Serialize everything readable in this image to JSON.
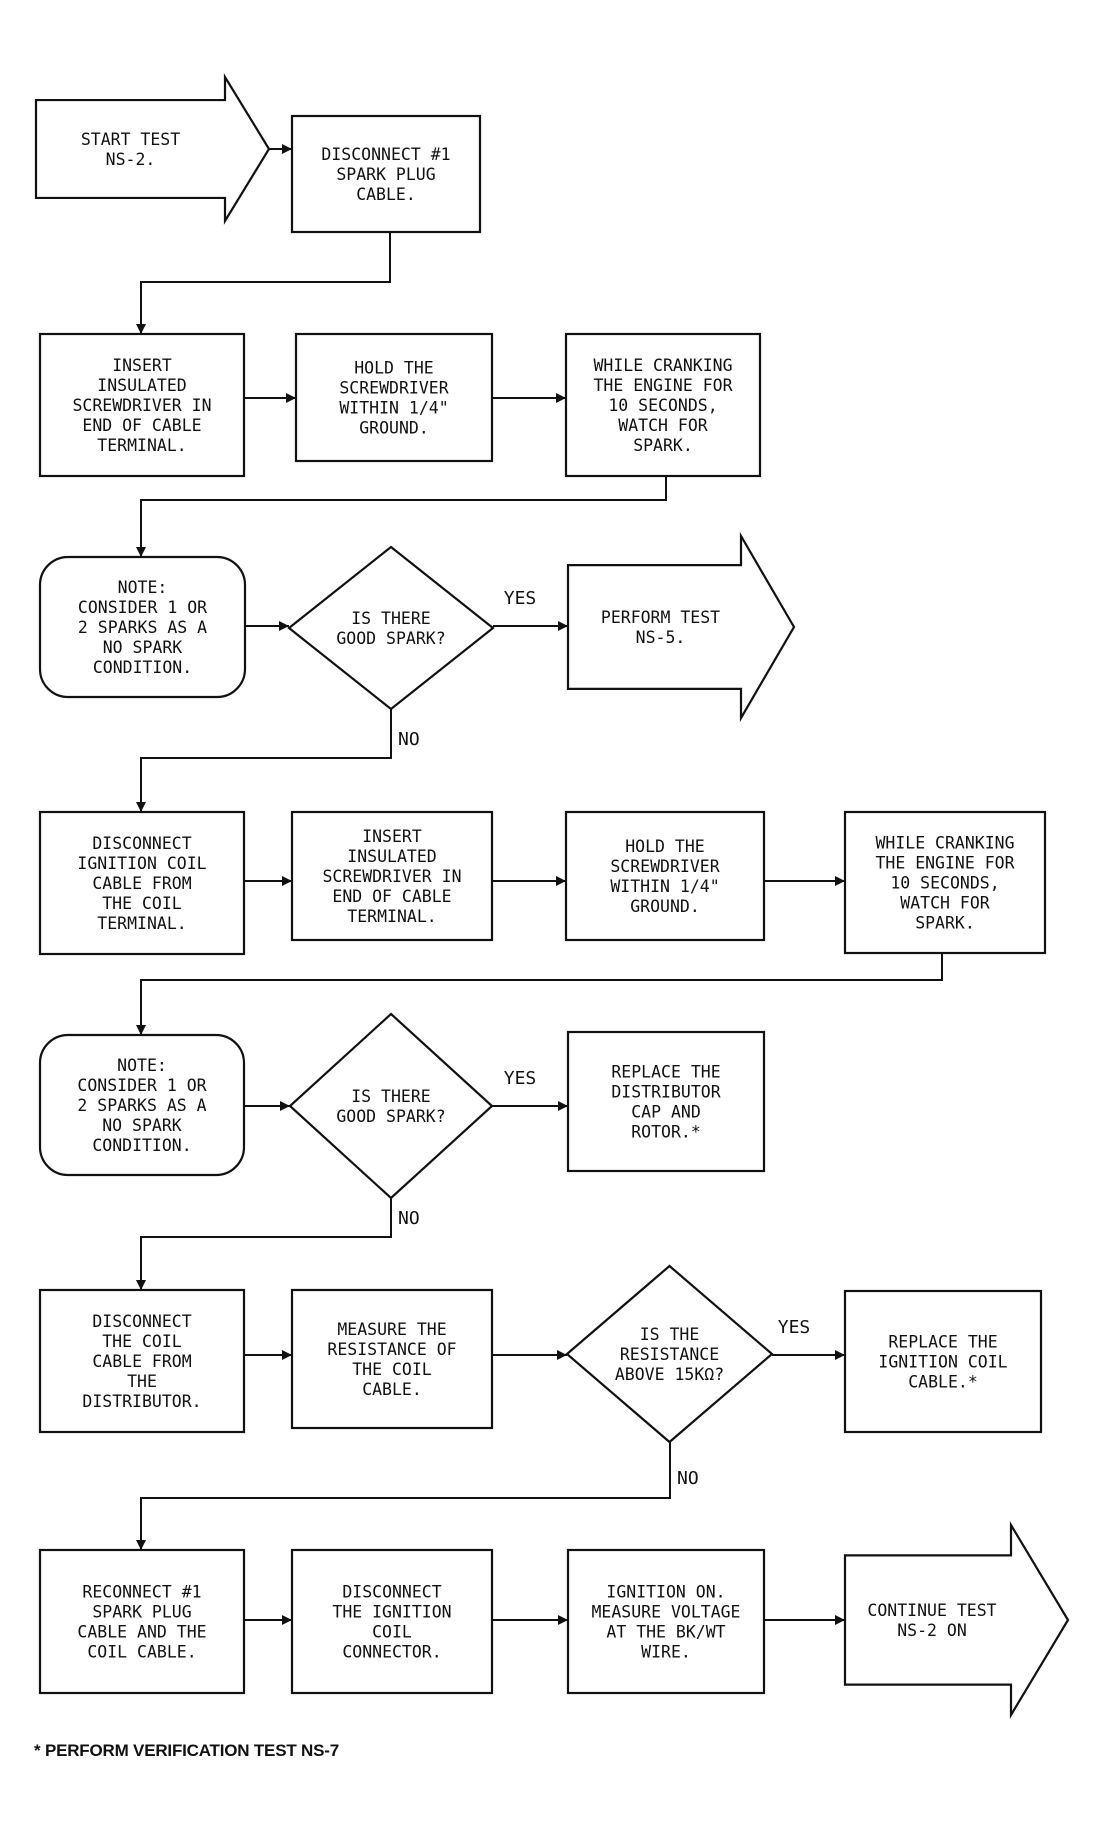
{
  "nodes": [
    {
      "id": "start",
      "shape": "arrow",
      "lines": [
        "START TEST",
        "NS-2."
      ]
    },
    {
      "id": "disc_plug",
      "shape": "rect",
      "lines": [
        "DISCONNECT #1",
        "SPARK PLUG",
        "CABLE."
      ]
    },
    {
      "id": "insert1",
      "shape": "rect",
      "lines": [
        "INSERT",
        "INSULATED",
        "SCREWDRIVER IN",
        "END OF CABLE",
        "TERMINAL."
      ]
    },
    {
      "id": "hold1",
      "shape": "rect",
      "lines": [
        "HOLD THE",
        "SCREWDRIVER",
        "WITHIN 1/4\"",
        "GROUND."
      ]
    },
    {
      "id": "crank1",
      "shape": "rect",
      "lines": [
        "WHILE CRANKING",
        "THE ENGINE FOR",
        "10 SECONDS,",
        "WATCH FOR",
        "SPARK."
      ]
    },
    {
      "id": "note1",
      "shape": "rounded",
      "lines": [
        "NOTE:",
        "CONSIDER 1 OR",
        "2 SPARKS AS A",
        "NO SPARK",
        "CONDITION."
      ]
    },
    {
      "id": "spark1",
      "shape": "diamond",
      "lines": [
        "IS THERE",
        "GOOD SPARK?"
      ]
    },
    {
      "id": "ns5",
      "shape": "arrow",
      "lines": [
        "PERFORM TEST",
        "NS-5."
      ]
    },
    {
      "id": "disc_coil",
      "shape": "rect",
      "lines": [
        "DISCONNECT",
        "IGNITION COIL",
        "CABLE FROM",
        "THE COIL",
        "TERMINAL."
      ]
    },
    {
      "id": "insert2",
      "shape": "rect",
      "lines": [
        "INSERT",
        "INSULATED",
        "SCREWDRIVER IN",
        "END OF CABLE",
        "TERMINAL."
      ]
    },
    {
      "id": "hold2",
      "shape": "rect",
      "lines": [
        "HOLD THE",
        "SCREWDRIVER",
        "WITHIN 1/4\"",
        "GROUND."
      ]
    },
    {
      "id": "crank2",
      "shape": "rect",
      "lines": [
        "WHILE CRANKING",
        "THE ENGINE FOR",
        "10 SECONDS,",
        "WATCH FOR",
        "SPARK."
      ]
    },
    {
      "id": "note2",
      "shape": "rounded",
      "lines": [
        "NOTE:",
        "CONSIDER 1 OR",
        "2 SPARKS AS A",
        "NO SPARK",
        "CONDITION."
      ]
    },
    {
      "id": "spark2",
      "shape": "diamond",
      "lines": [
        "IS THERE",
        "GOOD SPARK?"
      ]
    },
    {
      "id": "replace_cap",
      "shape": "rect",
      "lines": [
        "REPLACE THE",
        "DISTRIBUTOR",
        "CAP AND",
        "ROTOR.*"
      ]
    },
    {
      "id": "disc_dist",
      "shape": "rect",
      "lines": [
        "DISCONNECT",
        "THE COIL",
        "CABLE FROM",
        "THE",
        "DISTRIBUTOR."
      ]
    },
    {
      "id": "measure_res",
      "shape": "rect",
      "lines": [
        "MEASURE THE",
        "RESISTANCE OF",
        "THE COIL",
        "CABLE."
      ]
    },
    {
      "id": "res_check",
      "shape": "diamond",
      "lines": [
        "IS THE",
        "RESISTANCE",
        "ABOVE 15KΩ?"
      ]
    },
    {
      "id": "replace_coil",
      "shape": "rect",
      "lines": [
        "REPLACE THE",
        "IGNITION COIL",
        "CABLE.*"
      ]
    },
    {
      "id": "reconnect",
      "shape": "rect",
      "lines": [
        "RECONNECT #1",
        "SPARK PLUG",
        "CABLE AND THE",
        "COIL CABLE."
      ]
    },
    {
      "id": "disc_conn",
      "shape": "rect",
      "lines": [
        "DISCONNECT",
        "THE IGNITION",
        "COIL",
        "CONNECTOR."
      ]
    },
    {
      "id": "ign_on",
      "shape": "rect",
      "lines": [
        "IGNITION ON.",
        "MEASURE VOLTAGE",
        "AT THE BK/WT",
        "WIRE."
      ]
    },
    {
      "id": "continue",
      "shape": "arrow",
      "lines": [
        "CONTINUE TEST",
        "NS-2 ON"
      ]
    }
  ],
  "edges": [
    {
      "from": "start",
      "to": "disc_plug",
      "label": ""
    },
    {
      "from": "disc_plug",
      "to": "insert1",
      "label": ""
    },
    {
      "from": "insert1",
      "to": "hold1",
      "label": ""
    },
    {
      "from": "hold1",
      "to": "crank1",
      "label": ""
    },
    {
      "from": "crank1",
      "to": "note1",
      "label": ""
    },
    {
      "from": "note1",
      "to": "spark1",
      "label": ""
    },
    {
      "from": "spark1",
      "to": "ns5",
      "label": "YES"
    },
    {
      "from": "spark1",
      "to": "disc_coil",
      "label": "NO"
    },
    {
      "from": "disc_coil",
      "to": "insert2",
      "label": ""
    },
    {
      "from": "insert2",
      "to": "hold2",
      "label": ""
    },
    {
      "from": "hold2",
      "to": "crank2",
      "label": ""
    },
    {
      "from": "crank2",
      "to": "note2",
      "label": ""
    },
    {
      "from": "note2",
      "to": "spark2",
      "label": ""
    },
    {
      "from": "spark2",
      "to": "replace_cap",
      "label": "YES"
    },
    {
      "from": "spark2",
      "to": "disc_dist",
      "label": "NO"
    },
    {
      "from": "disc_dist",
      "to": "measure_res",
      "label": ""
    },
    {
      "from": "measure_res",
      "to": "res_check",
      "label": ""
    },
    {
      "from": "res_check",
      "to": "replace_coil",
      "label": "YES"
    },
    {
      "from": "res_check",
      "to": "reconnect",
      "label": "NO"
    },
    {
      "from": "reconnect",
      "to": "disc_conn",
      "label": ""
    },
    {
      "from": "disc_conn",
      "to": "ign_on",
      "label": ""
    },
    {
      "from": "ign_on",
      "to": "continue",
      "label": ""
    }
  ],
  "footnote": "* PERFORM VERIFICATION TEST NS-7"
}
